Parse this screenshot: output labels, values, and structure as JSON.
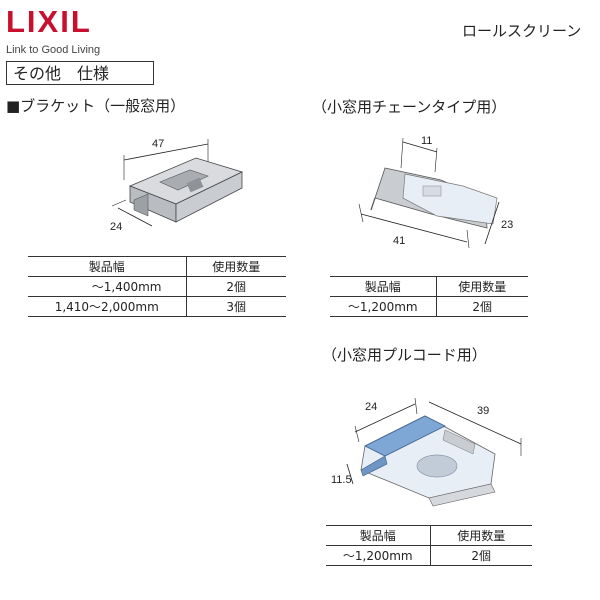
{
  "header": {
    "brand": "LIXIL",
    "tagline": "Link to Good Living",
    "category": "ロールスクリーン",
    "spec_title": "その他　仕様"
  },
  "sections": [
    {
      "title": "■ブラケット（一般窓用）",
      "dimensions": [
        "47",
        "24"
      ],
      "table": {
        "headers": [
          "製品幅",
          "使用数量"
        ],
        "rows": [
          [
            "～1,400mm",
            "2個"
          ],
          [
            "1,410～2,000mm",
            "3個"
          ]
        ]
      }
    },
    {
      "title": "（小窓用チェーンタイプ用）",
      "dimensions": [
        "11",
        "41",
        "23"
      ],
      "table": {
        "headers": [
          "製品幅",
          "使用数量"
        ],
        "rows": [
          [
            "～1,200mm",
            "2個"
          ]
        ]
      }
    },
    {
      "title": "（小窓用プルコード用）",
      "dimensions": [
        "24",
        "39",
        "11.5"
      ],
      "table": {
        "headers": [
          "製品幅",
          "使用数量"
        ],
        "rows": [
          [
            "～1,200mm",
            "2個"
          ]
        ]
      }
    }
  ],
  "colors": {
    "brand": "#c8102e",
    "metal": "#c9ccd0",
    "plastic": "#e8eef6",
    "blue_steel": "#7fa7d6"
  }
}
